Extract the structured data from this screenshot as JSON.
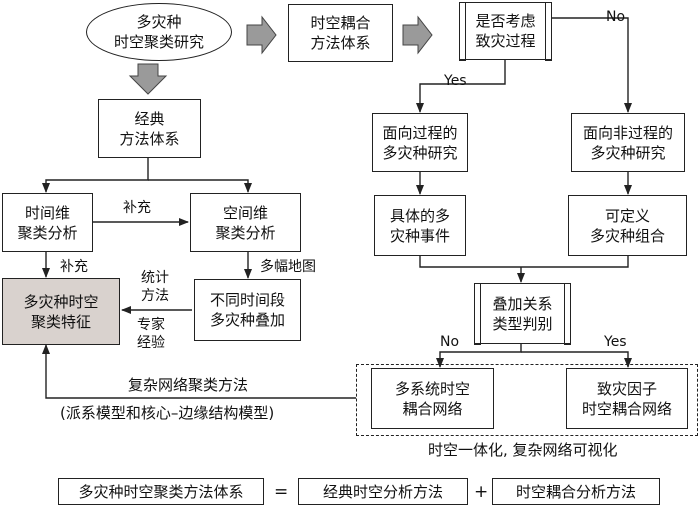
{
  "nodes": {
    "start": "多灾种\n时空聚类研究",
    "coupling_system": "时空耦合\n方法体系",
    "consider_process": "是否考虑\n致灾过程",
    "classic_system": "经典\n方法体系",
    "process_oriented": "面向过程的\n多灾种研究",
    "non_process_oriented": "面向非过程的\n多灾种研究",
    "time_cluster": "时间维\n聚类分析",
    "space_cluster": "空间维\n聚类分析",
    "specific_events": "具体的多\n灾种事件",
    "definable_combo": "可定义\n多灾种组合",
    "cluster_features": "多灾种时空\n聚类特征",
    "overlay_periods": "不同时间段\n多灾种叠加",
    "overlay_judgement": "叠加关系\n类型判别",
    "multi_system_network": "多系统时空\n耦合网络",
    "factor_network": "致灾因子\n时空耦合网络"
  },
  "labels": {
    "no_top": "No",
    "yes_top": "Yes",
    "supplement_1": "补充",
    "supplement_2": "补充",
    "multi_maps": "多幅地图",
    "statistical_methods": "统计\n方法",
    "expert_experience": "专家\n经验",
    "no_bottom": "No",
    "yes_bottom": "Yes",
    "complex_network_method": "复杂网络聚类方法",
    "complex_network_models": "(派系模型和核心–边缘结构模型)",
    "integration_note": "时空一体化, 复杂网络可视化"
  },
  "equation": {
    "lhs": "多灾种时空聚类方法体系",
    "equals": "=",
    "term1": "经典时空分析方法",
    "plus": "+",
    "term2": "时空耦合分析方法"
  }
}
